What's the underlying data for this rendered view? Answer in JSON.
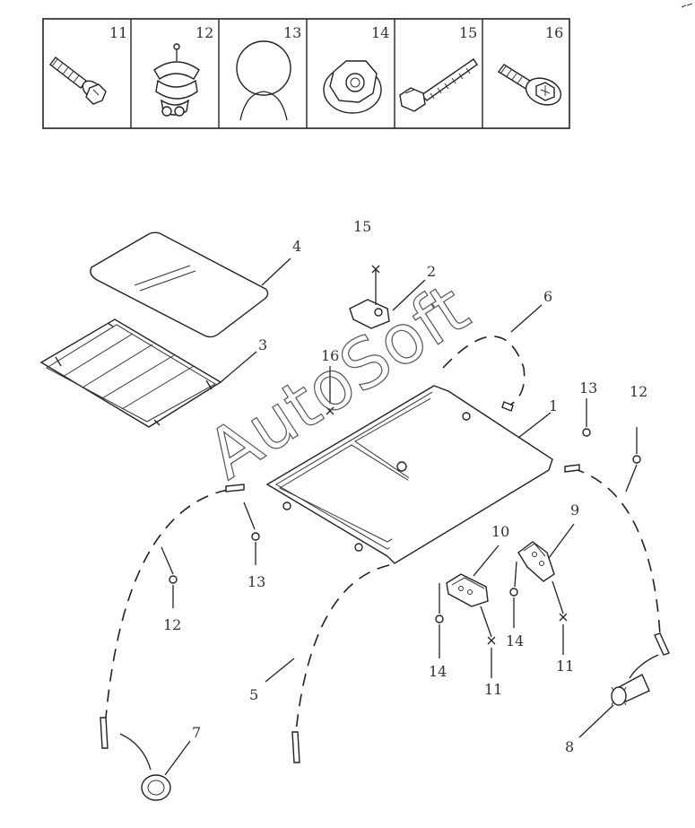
{
  "legend": {
    "cells": [
      {
        "num": "11",
        "icon": "flange-bolt-icon"
      },
      {
        "num": "12",
        "icon": "clip-icon"
      },
      {
        "num": "13",
        "icon": "grommet-icon"
      },
      {
        "num": "14",
        "icon": "flange-nut-icon"
      },
      {
        "num": "15",
        "icon": "tapping-screw-icon"
      },
      {
        "num": "16",
        "icon": "washer-bolt-icon"
      }
    ]
  },
  "callouts": {
    "p1": "1",
    "p2": "2",
    "p3": "3",
    "p4": "4",
    "p5": "5",
    "p6": "6",
    "p7": "7",
    "p8": "8",
    "p9": "9",
    "p10": "10",
    "p11a": "11",
    "p11b": "11",
    "p12a": "12",
    "p12b": "12",
    "p13a": "13",
    "p13b": "13",
    "p14a": "14",
    "p14b": "14",
    "p15": "15",
    "p16": "16"
  },
  "watermark": "AutoSoft",
  "colors": {
    "line": "#222222",
    "background": "#ffffff"
  }
}
